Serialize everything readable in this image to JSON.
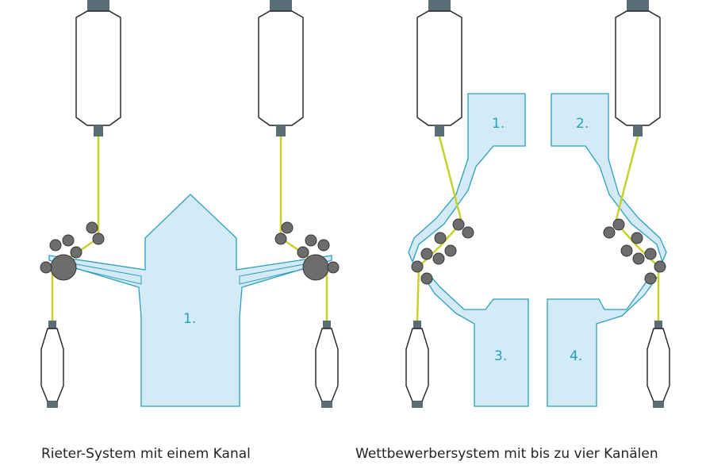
{
  "colors": {
    "channel_fill": "#d4ebf7",
    "channel_stroke": "#2a9fba",
    "yarn": "#c8d12a",
    "roller": "#6d6d6d",
    "bobbin_cap": "#5a6e76",
    "label": "#1ba3b7"
  },
  "left_system": {
    "caption": "Rieter-System mit einem Kanal",
    "channels": [
      {
        "label": "1."
      }
    ]
  },
  "right_system": {
    "caption": "Wettbewerbersystem mit bis zu vier Kanälen",
    "channels": [
      {
        "label": "1."
      },
      {
        "label": "2."
      },
      {
        "label": "3."
      },
      {
        "label": "4."
      }
    ]
  }
}
